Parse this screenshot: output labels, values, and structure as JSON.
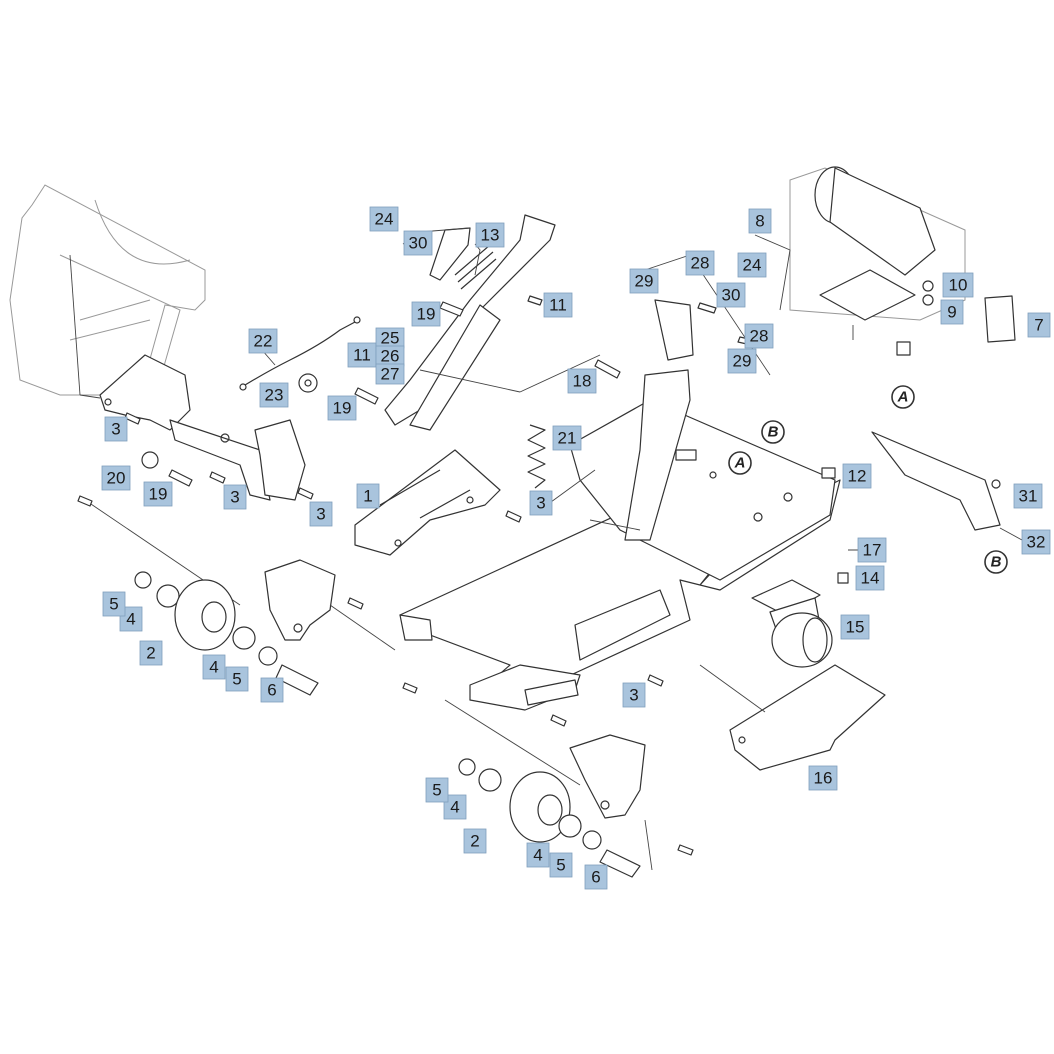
{
  "labels": {
    "l1": "1",
    "l2a": "2",
    "l2b": "2",
    "l3a": "3",
    "l3b": "3",
    "l3c": "3",
    "l3d": "3",
    "l3e": "3",
    "l4a": "4",
    "l4b": "4",
    "l4c": "4",
    "l4d": "4",
    "l5a": "5",
    "l5b": "5",
    "l5c": "5",
    "l5d": "5",
    "l6a": "6",
    "l6b": "6",
    "l7": "7",
    "l8": "8",
    "l9": "9",
    "l10": "10",
    "l11a": "11",
    "l11b": "11",
    "l12": "12",
    "l13": "13",
    "l14": "14",
    "l15": "15",
    "l16": "16",
    "l17": "17",
    "l18": "18",
    "l19a": "19",
    "l19b": "19",
    "l19c": "19",
    "l20": "20",
    "l21": "21",
    "l22": "22",
    "l23": "23",
    "l24a": "24",
    "l24b": "24",
    "l25": "25",
    "l26": "26",
    "l27": "27",
    "l28a": "28",
    "l28b": "28",
    "l29a": "29",
    "l29b": "29",
    "l30a": "30",
    "l30b": "30",
    "l31": "31",
    "l32": "32"
  },
  "markers": {
    "ma1": "A",
    "ma2": "A",
    "mb1": "B",
    "mb2": "B"
  },
  "colors": {
    "callout_fill": "#a9c4dd",
    "line": "#333333"
  }
}
